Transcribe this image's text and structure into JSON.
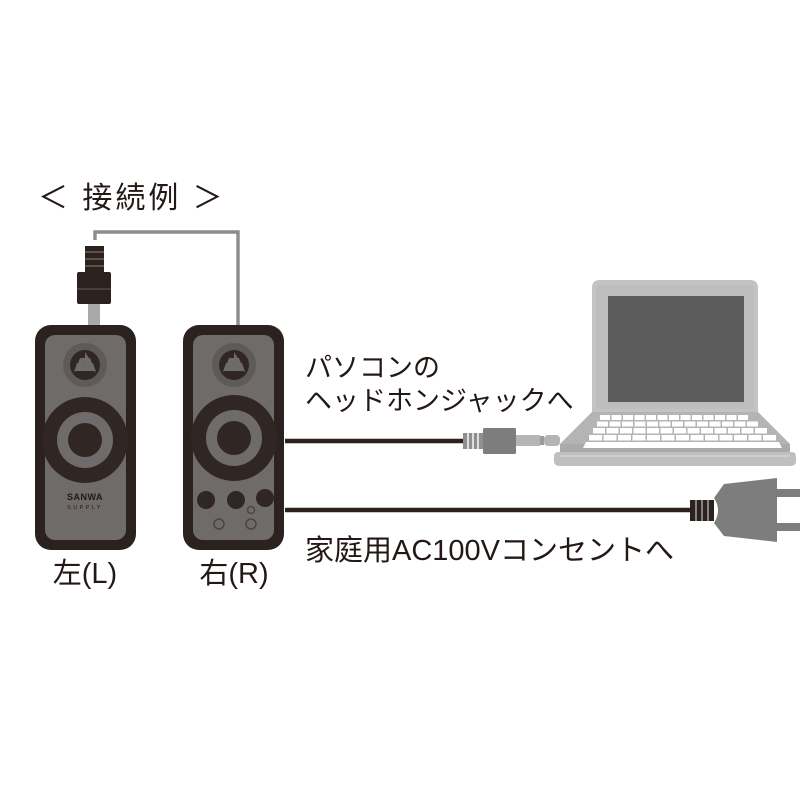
{
  "diagram": {
    "title": "＜ 接続例 ＞",
    "labels": {
      "speaker_left": "左(L)",
      "speaker_right": "右(R)",
      "pc_jack_line1": "パソコンの",
      "pc_jack_line2": "ヘッドホンジャックへ",
      "ac_outlet": "家庭用AC100Vコンセントへ",
      "brand_logo_line1": "SANWA",
      "brand_logo_line2": "SUPPLY"
    },
    "colors": {
      "background": "#ffffff",
      "text": "#231815",
      "speaker_frame": "#2b2220",
      "speaker_face": "#6f6b6a",
      "speaker_cone_dark": "#302724",
      "cable_dark": "#2b2220",
      "cable_gray": "#8c8c8c",
      "plug_gray": "#7d7d7d",
      "plug_light": "#b5b5b5",
      "laptop_body": "#aaaaaa",
      "laptop_body_light": "#c3c3c3",
      "laptop_screen": "#5c5c5c",
      "laptop_key": "#ffffff"
    },
    "elements": {
      "speaker_left_name": "speaker-left",
      "speaker_right_name": "speaker-right",
      "laptop_name": "laptop",
      "audio_plug_name": "audio-plug",
      "ac_plug_name": "ac-power-plug",
      "link_connector_name": "speaker-link-connector"
    },
    "right_speaker_controls": {
      "knob_count": 3,
      "small_ring_count": 3
    }
  }
}
